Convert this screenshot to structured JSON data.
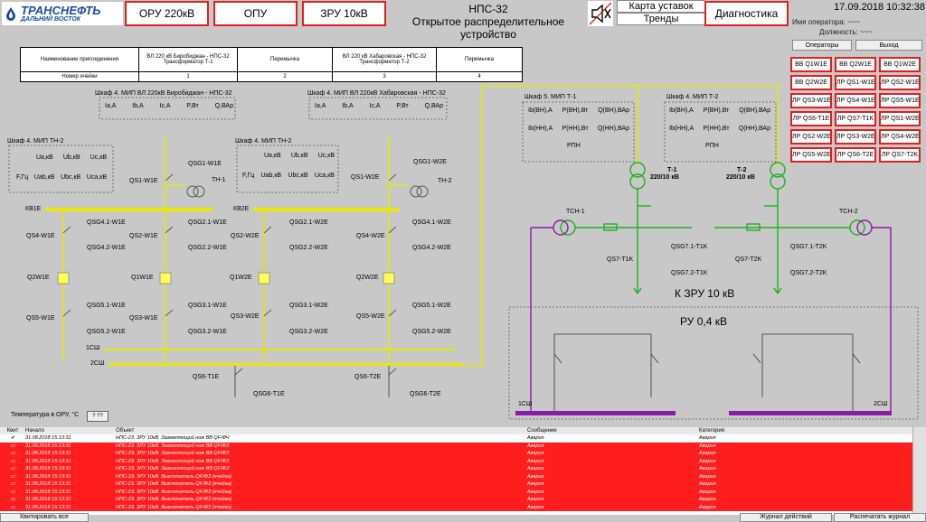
{
  "header": {
    "logo_line1": "ТРАНСНЕФТЬ",
    "logo_line2": "ДАЛЬНИЙ ВОСТОК",
    "nav": [
      "ОРУ 220кВ",
      "ОПУ",
      "ЗРУ 10кВ"
    ],
    "title_line1": "НПС-32",
    "title_line2": "Открытое распределительное",
    "title_line3": "устройство",
    "karta": "Карта уставок",
    "trendy": "Тренды",
    "diag": "Диагностика",
    "datetime": "17.09.2018 10:32:38",
    "operator_label": "Имя оператора: ~~~",
    "position_label": "Должность: ~~~",
    "operators_btn": "Операторы",
    "exit_btn": "Выход"
  },
  "breakers": [
    "ВВ Q1W1E",
    "ВВ Q2W1E",
    "ВВ Q1W2E",
    "ВВ Q2W2E",
    "ЛР QS1-W1E",
    "ЛР QS2-W1E",
    "ЛР QS3-W1E",
    "ЛР QS4-W1E",
    "ЛР QS5-W1E",
    "ЛР QS6-T1E",
    "ЛР QS7-T1K",
    "ЛР QS1-W2E",
    "ЛР QS2-W2E",
    "ЛР QS3-W2E",
    "ЛР QS4-W2E",
    "ЛР QS5-W2E",
    "ЛР QS6-T2E",
    "ЛР QS7-T2K"
  ],
  "feeder_table": {
    "row1_label": "Наименование присоединения",
    "row2_label": "Номер ячейки",
    "c1": "ВЛ 220 кВ Биробиджан - НПС-32 Трансформатор Т-1",
    "c2": "Перемычка",
    "c3": "ВЛ 220 кВ Хабаровская - НПС-32 Трансформатор Т-2",
    "c4": "Перемычка",
    "n1": "1",
    "n2": "2",
    "n3": "3",
    "n4": "4"
  },
  "panels": {
    "mip1_title": "Шкаф 4. МИП ВЛ 220кВ Биробиджан - НПС-32",
    "mip2_title": "Шкаф 4. МИП ВЛ 220кВ Хабаровская - НПС-32",
    "mip_vals": [
      "Ia,A",
      "Ib,A",
      "Ic,A",
      "P,Вт",
      "Q,ВАр"
    ],
    "th1_title": "Шкаф 4. МИП ТН-2",
    "th2_title": "Шкаф 4. МИП ТН-2",
    "th_row1": [
      "Ua,кВ",
      "Ub,кВ",
      "Uc,кВ"
    ],
    "th_row2": [
      "F,Гц",
      "Uab,кВ",
      "Ubc,кВ",
      "Uca,кВ"
    ],
    "t1_title": "Шкаф 5. МИП Т-1",
    "t2_title": "Шкаф 4. МИП Т-2",
    "t_row1": [
      "Ib(ВН),A",
      "P(ВН),Вт",
      "Q(ВН),ВАр"
    ],
    "t_row2": [
      "Ib(НН),A",
      "P(НН),Вт",
      "Q(НН),ВАр"
    ],
    "rpn": "РПН"
  },
  "scheme": {
    "qsg1w1e": "QSG1-W1E",
    "qs1w1e": "QS1-W1E",
    "th1": "ТН-1",
    "qsg1w2e": "QSG1-W2E",
    "qs1w2e": "QS1-W2E",
    "th2": "ТН-2",
    "kb1e": "КВ1Е",
    "kb2e": "КВ2Е",
    "qsg41w1e": "QSG4.1-W1E",
    "qsg42w1e": "QSG4.2-W1E",
    "qs4w1e": "QS4-W1E",
    "qsg21w1e": "QSG2.1-W1E",
    "qsg22w1e": "QSG2.2-W1E",
    "qs2w1e": "QS2-W1E",
    "qsg21w2e": "QSG2.1-W2E",
    "qsg22w2e": "QSG2.2-W2E",
    "qs2w2e": "QS2-W2E",
    "qsg41w2e": "QSG4.1-W2E",
    "qsg42w2e": "QSG4.2-W2E",
    "qs4w2e": "QS4-W2E",
    "q2w1e": "Q2W1E",
    "q1w1e": "Q1W1E",
    "q1w2e": "Q1W2E",
    "q2w2e": "Q2W2E",
    "qsg51w1e": "QSG5.1-W1E",
    "qsg52w1e": "QSG5.2-W1E",
    "qs5w1e": "QS5-W1E",
    "qsg31w1e": "QSG3.1-W1E",
    "qsg32w1e": "QSG3.2-W1E",
    "qs3w1e": "QS3-W1E",
    "qsg31w2e": "QSG3.1-W2E",
    "qsg32w2e": "QSG3.2-W2E",
    "qs3w2e": "QS3-W2E",
    "qsg51w2e": "QSG5.1-W2E",
    "qsg52w2e": "QSG5.2-W2E",
    "qs5w2e": "QS5-W2E",
    "bus1": "1СШ",
    "bus2": "2СШ",
    "qs6t1e": "QS6-T1E",
    "qsg6t1e": "QSG6-T1E",
    "qs6t2e": "QS6-T2E",
    "qsg6t2e": "QSG6-T2E",
    "temp_label": "Температура в ОРУ, °С",
    "temp_val": "? ??",
    "t1": "Т-1",
    "t1v": "220/10 кВ",
    "t2": "Т-2",
    "t2v": "220/10 кВ",
    "tsn1": "ТСН-1",
    "tsn2": "ТСН-2",
    "qsg71t1k": "QSG7.1-T1K",
    "qsg72t1k": "QSG7.2-T1K",
    "qs7t1k": "QS7-T1K",
    "qsg71t2k": "QSG7.1-T2K",
    "qsg72t2k": "QSG7.2-T2K",
    "qs7t2k": "QS7-T2K",
    "kzru": "К ЗРУ 10 кВ",
    "ru04": "РУ 0,4 кВ",
    "rubus1": "1СШ",
    "rubus2": "2СШ"
  },
  "alarm_table": {
    "headers": [
      "Квит",
      "Начало",
      "Объект",
      "Сообщение",
      "Категория"
    ],
    "rows": [
      {
        "time": "31.08.2018 15:13:31",
        "obj": "НПС-23. ЗРУ 10кВ. Заземляющий нож ВВ QF/ФЧ",
        "msg": "Авария",
        "cat": "Авария"
      },
      {
        "time": "31.08.2018 15:13:31",
        "obj": "НПС-23. ЗРУ 10кВ. Заземляющий нож ВВ QF/ФЗ",
        "msg": "Авария",
        "cat": "Авария"
      },
      {
        "time": "31.08.2018 15:13:31",
        "obj": "НПС-23. ЗРУ 10кВ. Заземляющий нож ВВ QF/ФЗ",
        "msg": "Авария",
        "cat": "Авария"
      },
      {
        "time": "31.08.2018 15:13:31",
        "obj": "НПС-23. ЗРУ 10кВ. Заземляющий нож ВВ QF/ФЗ",
        "msg": "Авария",
        "cat": "Авария"
      },
      {
        "time": "31.08.2018 15:13:31",
        "obj": "НПС-23. ЗРУ 10кВ. Заземляющий нож ВВ QF/ФЗ",
        "msg": "Авария",
        "cat": "Авария"
      },
      {
        "time": "31.08.2018 15:13:31",
        "obj": "НПС-23. ЗРУ 10кВ. Выключатель QF/ФЗ (ячейка)",
        "msg": "Авария",
        "cat": "Авария"
      },
      {
        "time": "31.08.2018 15:13:31",
        "obj": "НПС-23. ЗРУ 10кВ. Выключатель QF/ФЗ (ячейка)",
        "msg": "Авария",
        "cat": "Авария"
      },
      {
        "time": "31.08.2018 15:13:31",
        "obj": "НПС-23. ЗРУ 10кВ. Выключатель QF/ФЗ (ячейка)",
        "msg": "Авария",
        "cat": "Авария"
      },
      {
        "time": "31.08.2018 15:13:31",
        "obj": "НПС-23. ЗРУ 10кВ. Выключатель QF/ФЗ (ячейка)",
        "msg": "Авария",
        "cat": "Авария"
      },
      {
        "time": "31.08.2018 15:13:31",
        "obj": "НПС-23. ЗРУ 10кВ. Выключатель QF/ФЗ (ячейка)",
        "msg": "Авария",
        "cat": "Авария"
      }
    ],
    "ack_all": "Квитировать все",
    "journal": "Журнал действий",
    "print_journal": "Распечатать журнал"
  },
  "colors": {
    "bus_yellow": "#e8e800",
    "voltage_purple": "#8a1aa8",
    "tsn_green": "#20b020",
    "alarm_red": "#ff1d1d",
    "btn_border": "#e02020"
  }
}
